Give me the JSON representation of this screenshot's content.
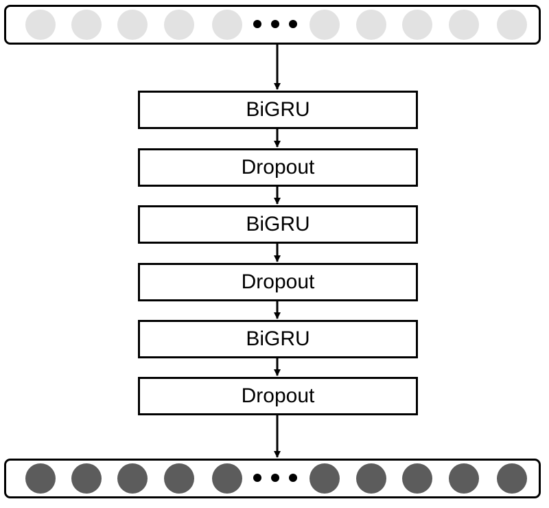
{
  "input_vector": {
    "node_count": 10,
    "node_color": "#e2e2e2",
    "ellipsis": "···"
  },
  "layers": [
    {
      "label": "BiGRU"
    },
    {
      "label": "Dropout"
    },
    {
      "label": "BiGRU"
    },
    {
      "label": "Dropout"
    },
    {
      "label": "BiGRU"
    },
    {
      "label": "Dropout"
    }
  ],
  "output_vector": {
    "node_count": 10,
    "node_color": "#5c5c5c",
    "ellipsis": "···"
  }
}
